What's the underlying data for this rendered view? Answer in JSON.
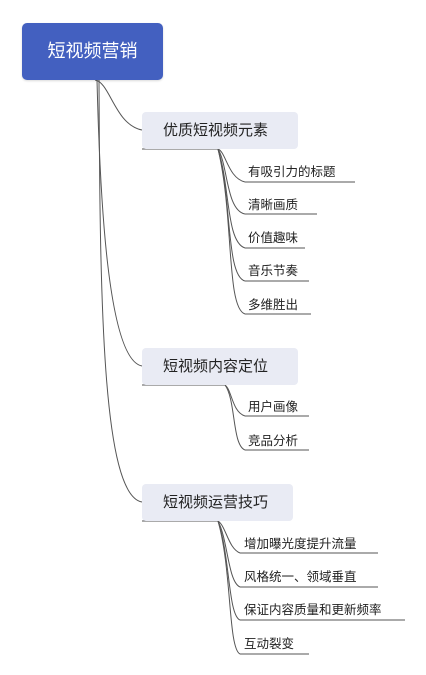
{
  "root": {
    "label": "短视频营销"
  },
  "branches": [
    {
      "label": "优质短视频元素",
      "children": [
        "有吸引力的标题",
        "清晰画质",
        "价值趣味",
        "音乐节奏",
        "多维胜出"
      ]
    },
    {
      "label": "短视频内容定位",
      "children": [
        "用户画像",
        "竞品分析"
      ]
    },
    {
      "label": "短视频运营技巧",
      "children": [
        "增加曝光度提升流量",
        "风格统一、领域垂直",
        "保证内容质量和更新频率",
        "互动裂变"
      ]
    }
  ],
  "colors": {
    "root_fill": "#4360c0",
    "branch_fill": "#e9ebf4",
    "line": "#555555"
  }
}
